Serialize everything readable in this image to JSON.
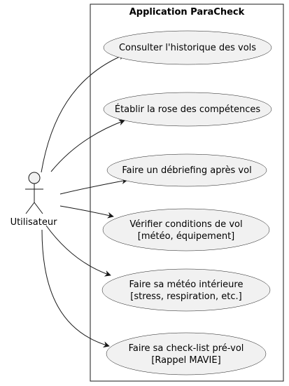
{
  "system": {
    "title": "Application ParaCheck"
  },
  "actor": {
    "label": "Utilisateur"
  },
  "use_cases": [
    {
      "id": "uc1",
      "lines": [
        "Consulter l'historique des vols"
      ]
    },
    {
      "id": "uc2",
      "lines": [
        "Établir la rose des compétences"
      ]
    },
    {
      "id": "uc3",
      "lines": [
        "Faire un débriefing après vol"
      ]
    },
    {
      "id": "uc4",
      "lines": [
        "Vérifier conditions de vol",
        "[météo, équipement]"
      ]
    },
    {
      "id": "uc5",
      "lines": [
        "Faire sa météo intérieure",
        "[stress, respiration, etc.]"
      ]
    },
    {
      "id": "uc6",
      "lines": [
        "Faire sa check-list pré-vol",
        "[Rappel MAVIE]"
      ]
    }
  ],
  "colors": {
    "ellipse_fill": "#f1f1f1",
    "stroke": "#181818",
    "background": "#ffffff"
  }
}
